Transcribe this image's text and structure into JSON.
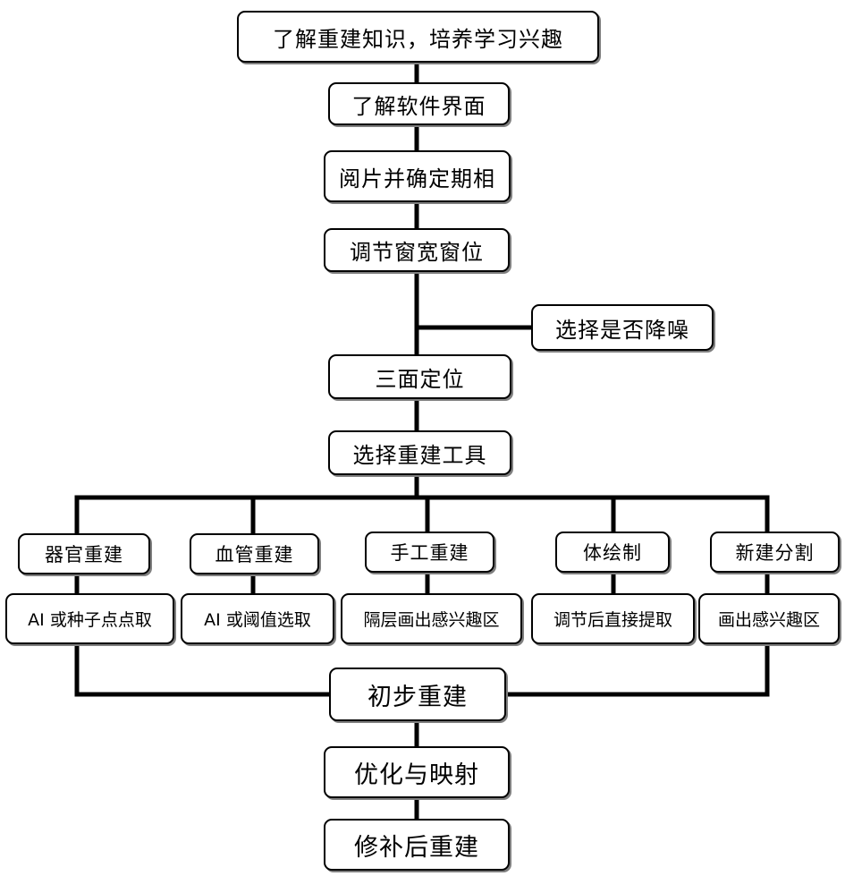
{
  "flow": {
    "main": [
      "了解重建知识，培养学习兴趣",
      "了解软件界面",
      "阅片并确定期相",
      "调节窗宽窗位",
      "三面定位",
      "选择重建工具"
    ],
    "side_step": "选择是否降噪",
    "branches": [
      {
        "tool": "器官重建",
        "method": "AI 或种子点点取"
      },
      {
        "tool": "血管重建",
        "method": "AI 或阈值选取"
      },
      {
        "tool": "手工重建",
        "method": "隔层画出感兴趣区"
      },
      {
        "tool": "体绘制",
        "method": "调节后直接提取"
      },
      {
        "tool": "新建分割",
        "method": "画出感兴趣区"
      }
    ],
    "final": [
      "初步重建",
      "优化与映射",
      "修补后重建"
    ]
  },
  "colors": {
    "line": "#000000",
    "box_border": "#000000",
    "box_fill": "#ffffff",
    "shadow": "#7f7f7f"
  }
}
